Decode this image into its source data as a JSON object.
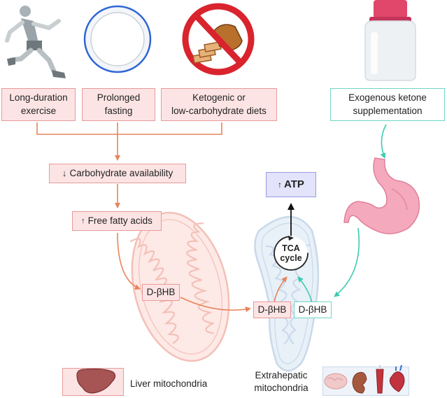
{
  "sources": {
    "exercise": "Long-duration\nexercise",
    "fasting": "Prolonged\nfasting",
    "diet": "Ketogenic or\nlow-carbohydrate diets",
    "supplement": "Exogenous ketone\nsupplementation"
  },
  "steps": {
    "carb": "Carbohydrate availability",
    "carb_arrow": "↓",
    "ffa": "Free fatty acids",
    "ffa_arrow": "↑",
    "atp": "ATP",
    "atp_arrow": "↑"
  },
  "metabolites": {
    "dbhb_liver": "D-βHB",
    "dbhb_extra_left": "D-βHB",
    "dbhb_extra_right": "D-βHB",
    "tca": "TCA\ncycle"
  },
  "labels": {
    "liver": "Liver mitochondria",
    "extrahepatic": "Extrahepatic\nmitochondria"
  },
  "colors": {
    "pink_fill": "#fde4e4",
    "pink_border": "#e79a9a",
    "orange_arrow": "#e8835a",
    "teal": "#3dcbb0",
    "atp_fill": "#e3e3fb"
  }
}
